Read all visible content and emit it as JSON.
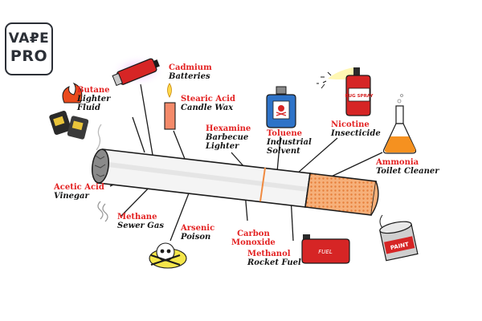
{
  "logo": {
    "line1": "VA₽E",
    "line2": "PRO"
  },
  "chemicals": [
    {
      "id": "butane",
      "name": "Butane",
      "use_lines": [
        "Lighter",
        "Fluid"
      ]
    },
    {
      "id": "cadmium",
      "name": "Cadmium",
      "use_lines": [
        "Batteries"
      ]
    },
    {
      "id": "stearic-acid",
      "name": "Stearic Acid",
      "use_lines": [
        "Candle Wax"
      ]
    },
    {
      "id": "hexamine",
      "name": "Hexamine",
      "use_lines": [
        "Barbecue",
        "Lighter"
      ]
    },
    {
      "id": "toluene",
      "name": "Toluene",
      "use_lines": [
        "Industrial",
        "Solvent"
      ]
    },
    {
      "id": "nicotine",
      "name": "Nicotine",
      "use_lines": [
        "Insecticide"
      ]
    },
    {
      "id": "ammonia",
      "name": "Ammonia",
      "use_lines": [
        "Toilet Cleaner"
      ]
    },
    {
      "id": "acetic-acid",
      "name": "Acetic Acid",
      "use_lines": [
        "Vinegar"
      ]
    },
    {
      "id": "methane",
      "name": "Methane",
      "use_lines": [
        "Sewer Gas"
      ]
    },
    {
      "id": "arsenic",
      "name": "Arsenic",
      "use_lines": [
        "Poison"
      ]
    },
    {
      "id": "carbon-monoxide",
      "name": "Carbon\nMonoxide",
      "use_lines": []
    },
    {
      "id": "methanol",
      "name": "Methanol",
      "use_lines": [
        "Rocket Fuel"
      ]
    }
  ],
  "item_text": {
    "bug_spray_can": "BUG SPRAY",
    "fuel_can": "FUEL",
    "paint_can": "PAINT"
  },
  "colors": {
    "label_red": "#e32222",
    "filter_orange": "#f4a46a",
    "paper_white": "#f4f4f4",
    "ink": "#1b1b1b"
  }
}
